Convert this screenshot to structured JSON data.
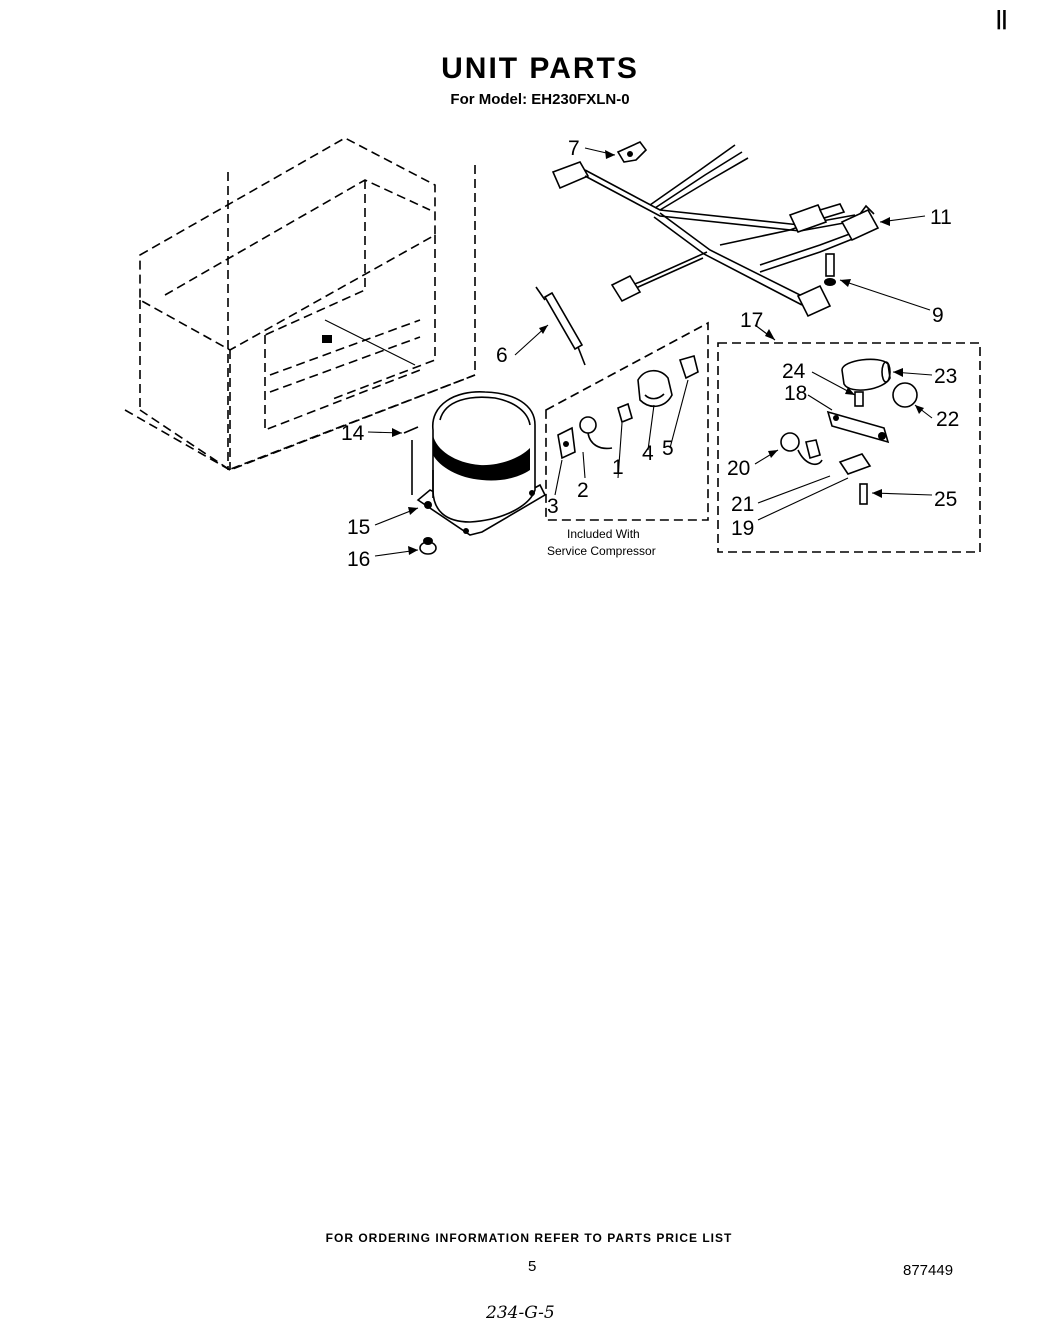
{
  "header": {
    "title": "UNIT PARTS",
    "model": "For Model: EH230FXLN-0",
    "corner_mark": "||"
  },
  "diagram": {
    "labels": {
      "p1": "1",
      "p2": "2",
      "p3": "3",
      "p4": "4",
      "p5": "5",
      "p6": "6",
      "p7": "7",
      "p9": "9",
      "p11": "11",
      "p14": "14",
      "p15": "15",
      "p16": "16",
      "p17": "17",
      "p18": "18",
      "p19": "19",
      "p20": "20",
      "p21": "21",
      "p22": "22",
      "p23": "23",
      "p24": "24",
      "p25": "25"
    },
    "note_line1": "Included With",
    "note_line2": "Service Compressor"
  },
  "footer": {
    "ordering": "FOR ORDERING INFORMATION REFER TO PARTS PRICE LIST",
    "page_number": "5",
    "doc_number": "877449",
    "handwritten": "234-G-5"
  }
}
